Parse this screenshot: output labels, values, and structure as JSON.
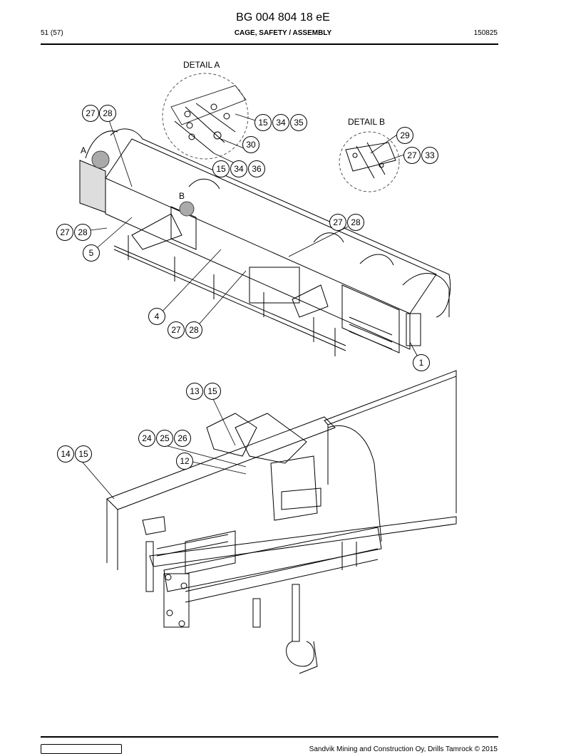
{
  "header": {
    "doc_number": "BG 004 804 18 eE",
    "page": "51 (57)",
    "section": "CAGE, SAFETY / ASSEMBLY",
    "code": "150825"
  },
  "details": {
    "detail_a": "DETAIL A",
    "detail_b": "DETAIL B",
    "marker_a": "A",
    "marker_b": "B"
  },
  "callouts": {
    "c27a": "27",
    "c28a": "28",
    "c15a": "15",
    "c34a": "34",
    "c35": "35",
    "c30": "30",
    "c15b": "15",
    "c34b": "34",
    "c36": "36",
    "c29": "29",
    "c27b": "27",
    "c33": "33",
    "c27c": "27",
    "c28c": "28",
    "c27d": "27",
    "c28d": "28",
    "c5": "5",
    "c4": "4",
    "c27e": "27",
    "c28e": "28",
    "c1": "1",
    "c13": "13",
    "c15c": "15",
    "c24": "24",
    "c25": "25",
    "c26": "26",
    "c14": "14",
    "c15d": "15",
    "c12": "12"
  },
  "footer": {
    "copyright": "Sandvik Mining and Construction Oy, Drills Tamrock © 2015"
  }
}
